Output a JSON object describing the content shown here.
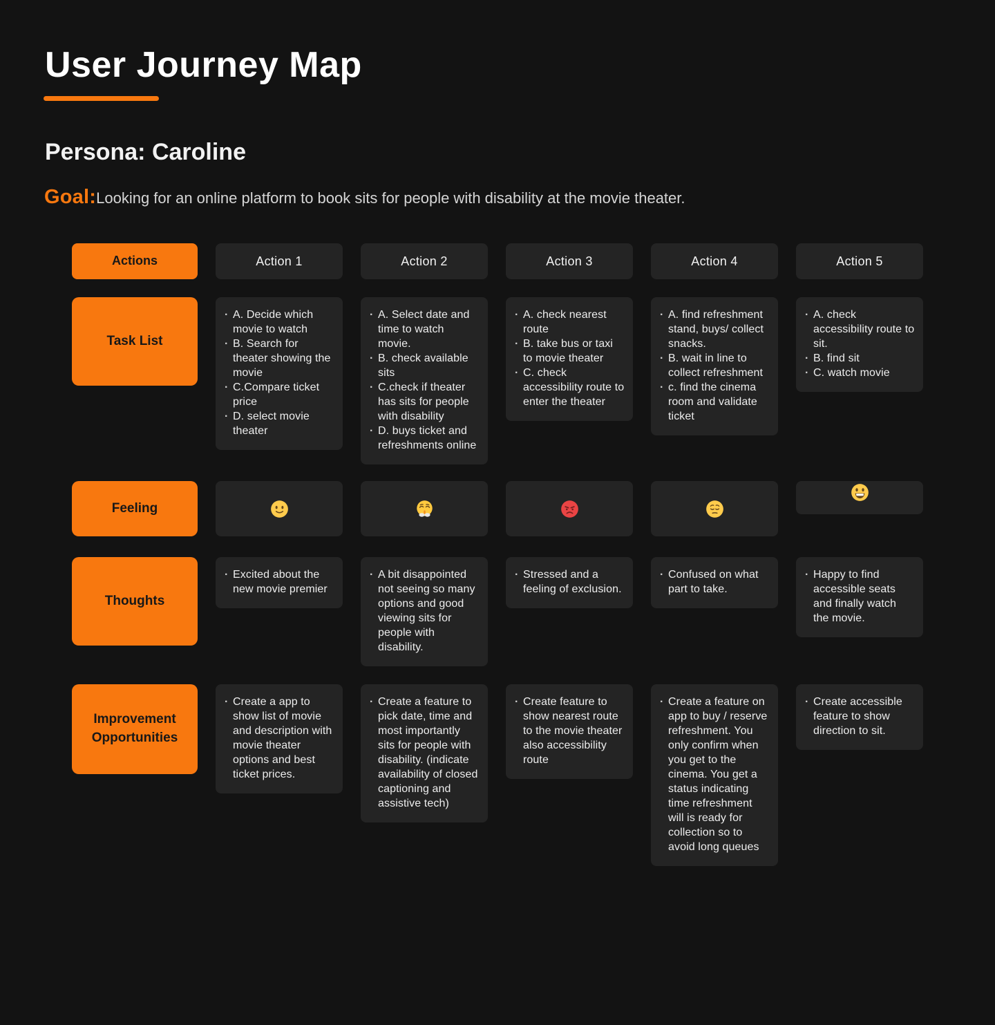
{
  "page": {
    "title": "User Journey Map",
    "persona": "Persona: Caroline",
    "goal_label": "Goal:",
    "goal_text": "Looking for an online platform to book sits for people with disability at the movie theater."
  },
  "colors": {
    "background": "#131313",
    "card": "#242424",
    "accent_orange": "#F8780F",
    "emoji_yellow": "#FFCB4C",
    "angry_red": "#EA4444"
  },
  "header": {
    "row_label": "Actions",
    "columns": [
      "Action 1",
      "Action 2",
      "Action 3",
      "Action 4",
      "Action 5"
    ]
  },
  "rows": {
    "task_list": {
      "label": "Task List",
      "cells": [
        {
          "items": [
            "A. Decide which movie to watch",
            "B. Search for theater showing the movie",
            "C.Compare ticket price",
            "D. select movie theater"
          ]
        },
        {
          "items": [
            "A. Select date and time to watch movie.",
            "B. check available sits",
            "C.check if theater has sits for people with disability",
            "D. buys ticket and refreshments online"
          ]
        },
        {
          "items": [
            "A. check nearest route",
            "B. take bus or taxi to movie theater",
            "C. check accessibility route to enter the theater"
          ]
        },
        {
          "items": [
            "A. find refreshment stand, buys/ collect snacks.",
            "B. wait in line to collect refreshment",
            "c. find the cinema room  and validate ticket"
          ]
        },
        {
          "items": [
            "A. check accessibility route to sit.",
            "B. find sit",
            "C. watch movie"
          ]
        }
      ]
    },
    "feeling": {
      "label": "Feeling",
      "emojis": [
        "slightly-smiling-face",
        "face-with-steam-from-nose",
        "angry-red-face",
        "pensive-face",
        "grinning-face"
      ]
    },
    "thoughts": {
      "label": "Thoughts",
      "cells": [
        {
          "items": [
            "Excited about the new movie premier"
          ]
        },
        {
          "items": [
            "A bit disappointed not seeing so many options and good viewing sits for people with disability."
          ]
        },
        {
          "items": [
            "Stressed and a feeling of exclusion."
          ]
        },
        {
          "items": [
            "Confused on what part to take."
          ]
        },
        {
          "items": [
            "Happy to find accessible seats and finally watch the movie."
          ]
        }
      ]
    },
    "improvement": {
      "label": "Improvement Opportunities",
      "cells": [
        {
          "items": [
            "Create a app  to show list of movie and description with movie theater options and best ticket prices."
          ]
        },
        {
          "items": [
            "Create a feature to pick date, time and most importantly sits for people with disability. (indicate availability of closed captioning and assistive tech)"
          ]
        },
        {
          "items": [
            "Create feature to show nearest route to the movie theater also accessibility route"
          ]
        },
        {
          "items": [
            "Create a feature on app to buy / reserve refreshment. You only confirm when you get to the cinema. You get a status indicating time refreshment will is ready for collection so to avoid  long queues"
          ]
        },
        {
          "items": [
            "Create accessible feature to show direction  to sit."
          ]
        }
      ]
    }
  }
}
